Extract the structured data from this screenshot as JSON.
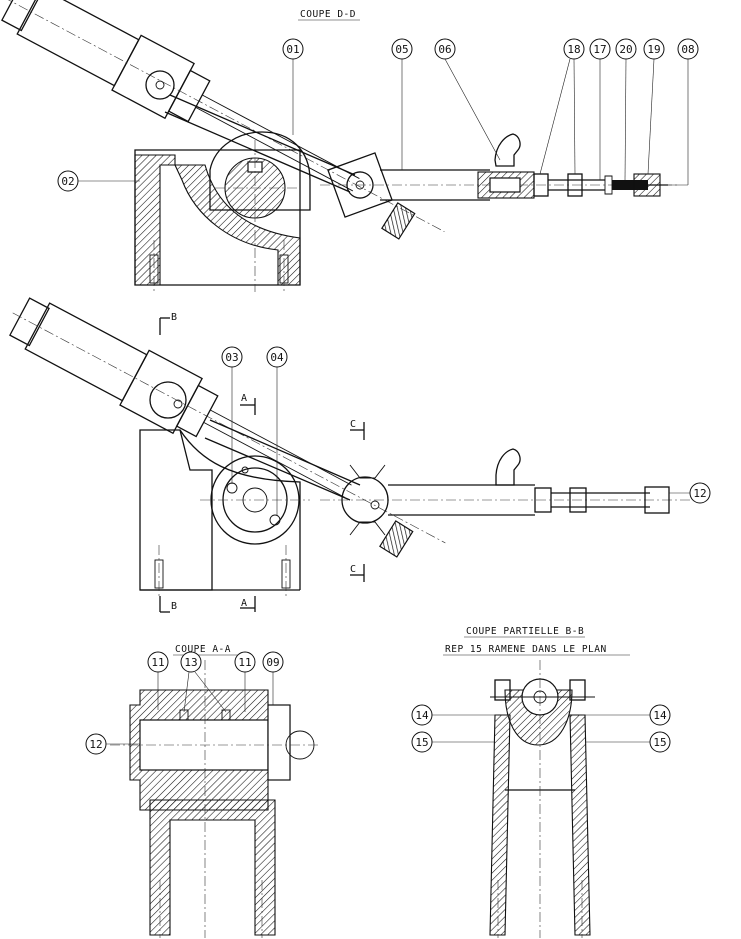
{
  "titles": {
    "section_dd": "COUPE D-D",
    "section_aa": "COUPE  A-A",
    "section_bb": "COUPE PARTIELLE B-B",
    "section_bb_note": "REP 15 RAMENE DANS LE PLAN"
  },
  "cut_marks": {
    "a": "A",
    "b": "B",
    "c": "C"
  },
  "balloons": {
    "view1": [
      "01",
      "02",
      "05",
      "06",
      "18",
      "17",
      "20",
      "19",
      "08"
    ],
    "view2": [
      "03",
      "04",
      "12"
    ],
    "view3": [
      "11",
      "13",
      "11",
      "09",
      "12"
    ],
    "view4": [
      "14",
      "14",
      "15",
      "15"
    ]
  },
  "colors": {
    "ink": "#111111",
    "paper": "#ffffff"
  }
}
